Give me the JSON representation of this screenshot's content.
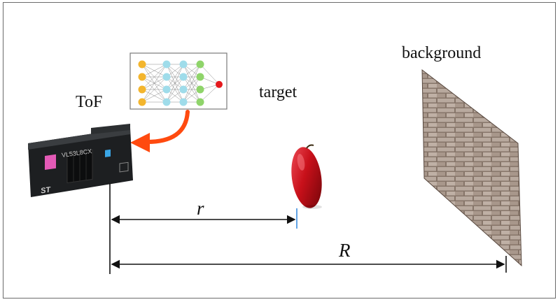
{
  "labels": {
    "tof": "ToF",
    "target": "target",
    "background": "background",
    "r": "r",
    "R": "R"
  },
  "device": {
    "brand_text": "VL53L8CX",
    "logo_text": "ST"
  },
  "colors": {
    "arrow": "#ff4a0f",
    "nn_input": "#f3b52d",
    "nn_hidden1": "#9fdcea",
    "nn_hidden2": "#8fd46a",
    "nn_output": "#e5191d",
    "apple": "#c8101a",
    "sensor_body": "#222426",
    "brick": "#9c8a7c"
  },
  "neural_network_layers": [
    4,
    4,
    4,
    4,
    1
  ]
}
